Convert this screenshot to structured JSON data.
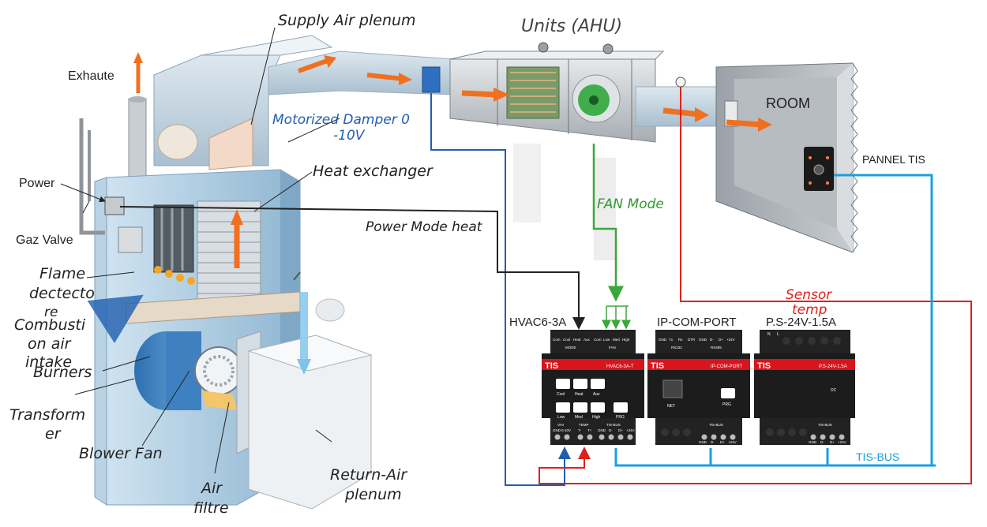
{
  "labels": {
    "supply_air_plenum": "Supply Air plenum",
    "units_ahu": "Units (AHU)",
    "exhaust": "Exhaute",
    "room": "ROOM",
    "motorized_damper_line1": "Motorized Damper 0",
    "motorized_damper_line2": "-10V",
    "heat_exchanger": "Heat exchanger",
    "pannel_tis": "PANNEL TIS",
    "power": "Power",
    "gaz_valve": "Gaz Valve",
    "fan_mode": "FAN Mode",
    "power_mode_heat": "Power Mode heat",
    "flame_detector_line1": "Flame",
    "flame_detector_line2": "dectecto",
    "flame_detector_line3": "re",
    "combustion_line1": "Combusti",
    "combustion_line2": "on air",
    "combustion_line3": "intake",
    "burners": "Burners",
    "sensor_temp_line1": "Sensor",
    "sensor_temp_line2": "temp",
    "transformer_line1": "Transform",
    "transformer_line2": "er",
    "blower_fan": "Blower Fan",
    "air_filter_line1": "Air",
    "air_filter_line2": "filtre",
    "return_air_line1": "Return-Air",
    "return_air_line2": "plenum",
    "tis_bus": "TIS-BUS"
  },
  "modules": {
    "hvac": {
      "title": "HVAC6-3A",
      "brand": "TIS",
      "model": "HVAC6-3A-T",
      "top_terminals": [
        "Com",
        "Cool",
        "Heat",
        "Aux",
        "Com",
        "Low",
        "Med",
        "High"
      ],
      "mode_label": "MODE",
      "fan_label": "FAN",
      "buttons_row1": [
        "Cool",
        "Heat",
        "Aux"
      ],
      "buttons_row2": [
        "Low",
        "Med",
        "High",
        "PRG"
      ],
      "bottom_groups": [
        "VAV",
        "TEMP",
        "TIS-BUS"
      ],
      "bottom_terminals": [
        "GND",
        "0-10V",
        "T-",
        "T+",
        "GND",
        "D-",
        "D+",
        "+24V"
      ]
    },
    "ipcom": {
      "title": "IP-COM-PORT",
      "brand": "TIS",
      "model": "IP-COM-PORT",
      "top_terminals": [
        "GND",
        "Tx",
        "Rx",
        "DTR",
        "GND",
        "D-",
        "D+",
        "+24V"
      ],
      "rs232": "RS232",
      "rs485": "RS485",
      "net": "NET",
      "prg": "PRG",
      "bus_label": "TIS-BUS",
      "bottom_terminals": [
        "GND",
        "D-",
        "D+",
        "+24V"
      ]
    },
    "psu": {
      "title": "P.S-24V-1.5A",
      "brand": "TIS",
      "model": "P.S-24V-1.5A",
      "top_terminals": [
        "N",
        "L"
      ],
      "dc": "DC",
      "bus_label": "TIS-BUS",
      "bottom_terminals": [
        "GND",
        "D-",
        "D+",
        "+24V"
      ]
    }
  },
  "colors": {
    "blue_wire": "#1f5fb0",
    "red_wire": "#e0201c",
    "green_wire": "#3aa83a",
    "bus_wire": "#1aa0e0",
    "black_wire": "#222222",
    "arrow_orange": "#f07020",
    "module_dark": "#1c1c1c",
    "module_red": "#d8141c",
    "label_blue": "#2060b0",
    "label_green": "#2f9a2f",
    "label_red": "#e0201c",
    "bus_text": "#1aa0e0"
  }
}
